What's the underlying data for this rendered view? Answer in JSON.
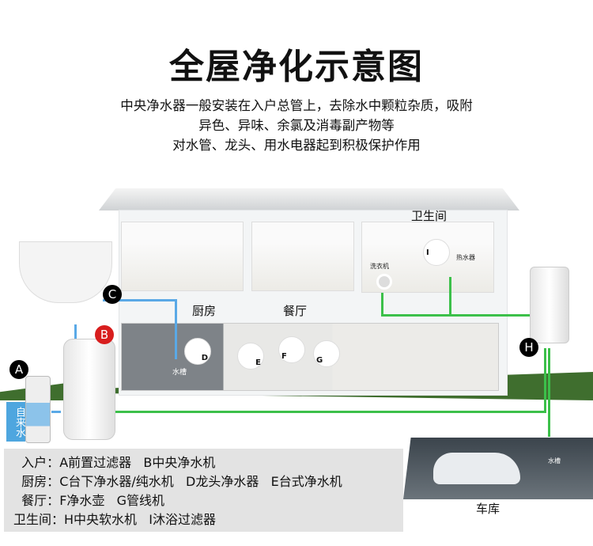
{
  "title": "全屋净化示意图",
  "subtitle": [
    "中央净水器一般安装在入户总管上，去除水中颗粒杂质，吸附",
    "异色、异味、余氯及消毒副产物等",
    "对水管、龙头、用水电器起到积极保护作用"
  ],
  "rooms": {
    "bathroom": "卫生间",
    "kitchen": "厨房",
    "dining": "餐厅",
    "garage": "车库"
  },
  "appliances": {
    "washer": "洗衣机",
    "heater": "热水器",
    "sink": "水槽",
    "garage_sink": "水槽",
    "tap_water": "自来水"
  },
  "badges": {
    "a": "A",
    "b": "B",
    "c": "C",
    "d": "D",
    "e": "E",
    "f": "F",
    "g": "G",
    "h": "H",
    "i": "I"
  },
  "legend": [
    {
      "label": "  入户：",
      "text": "A前置过滤器   B中央净水机"
    },
    {
      "label": "  厨房：",
      "text": "C台下净水器/纯水机   D龙头净水器   E台式净水机"
    },
    {
      "label": "  餐厅：",
      "text": "F净水壶   G管线机"
    },
    {
      "label": "卫生间：",
      "text": "H中央软水机   I沐浴过滤器"
    }
  ],
  "colors": {
    "pipe_green": "#3cc04a",
    "pipe_blue": "#5aa9e6",
    "badge_red": "#d81e1e"
  }
}
